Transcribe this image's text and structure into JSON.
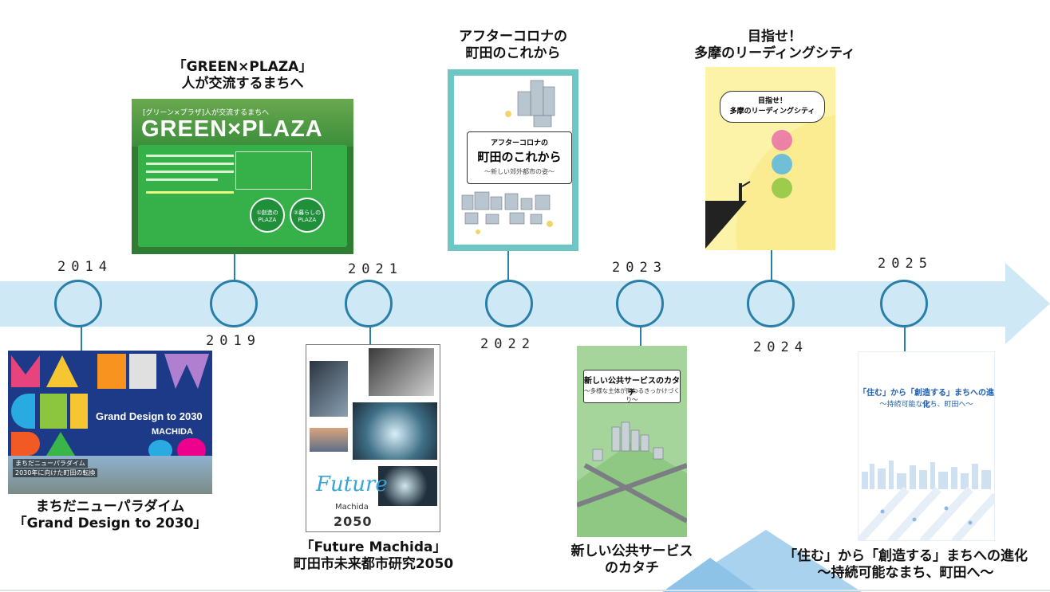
{
  "colors": {
    "band": "#cfe8f6",
    "node_border": "#2a7fa8"
  },
  "milestones": [
    {
      "year": "2014",
      "title_line1": "まちだニューパラダイム",
      "title_line2": "「Grand Design to 2030」",
      "cover": {
        "title": "Grand Design to 2030",
        "subtitle": "MACHIDA",
        "label1": "まちだニューパラダイム",
        "label2": "2030年に向けた町田の転換"
      }
    },
    {
      "year": "2019",
      "title_line1": "「GREEN×PLAZA」",
      "title_line2": "人が交流するまちへ",
      "cover": {
        "heading_small": "[グリーン×プラザ]人が交流するまちへ",
        "heading": "GREEN×PLAZA",
        "circle1": "①創造のPLAZA",
        "circle2": "②暮らしのPLAZA"
      }
    },
    {
      "year": "2021",
      "title_line1": "「Future Machida」",
      "title_line2": "町田市未来都市研究2050",
      "cover": {
        "script": "Future",
        "name": "Machida",
        "number": "2050"
      }
    },
    {
      "year": "2022",
      "title_line1": "アフターコロナの",
      "title_line2": "町田のこれから",
      "cover": {
        "t1": "アフターコロナの",
        "t2": "町田のこれから",
        "t3": "～新しい郊外都市の姿～"
      }
    },
    {
      "year": "2023",
      "title_line1": "新しい公共サービス",
      "title_line2": "のカタチ",
      "cover": {
        "b1": "新しい公共サービスのカタチ",
        "b2": "～多様な主体が関わるきっかけづくり～"
      }
    },
    {
      "year": "2024",
      "title_line1": "目指せ！",
      "title_line2": "多摩のリーディングシティ",
      "cover": {
        "bubble1": "目指せ！",
        "bubble2": "多摩のリーディングシティ"
      }
    },
    {
      "year": "2025",
      "title_line1": "「住む」から「創造する」まちへの進化",
      "title_line2": "～持続可能なまち、町田へ～",
      "cover": {
        "t1": "「住む」から「創造する」まちへの進化",
        "t2": "～持続可能なまち、町田へ～"
      }
    }
  ]
}
